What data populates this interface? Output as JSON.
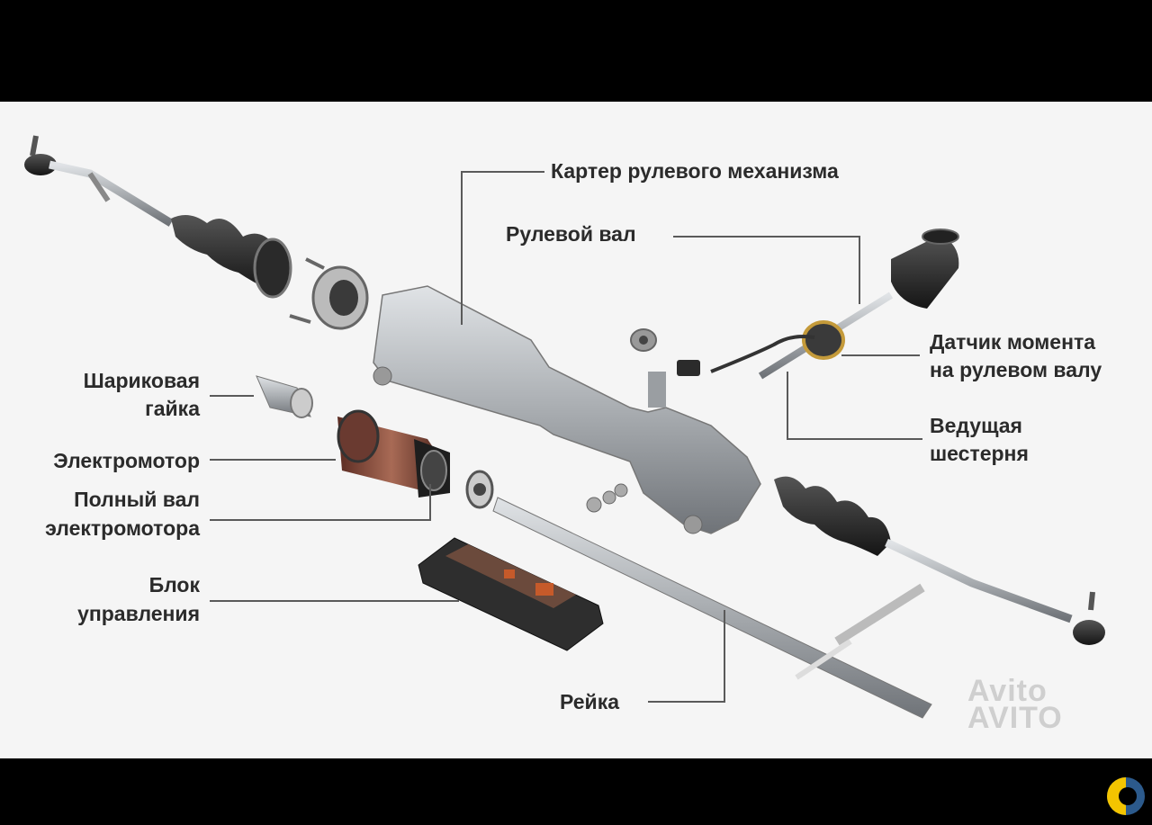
{
  "labels": {
    "housing": "Картер рулевого механизма",
    "steering_shaft": "Рулевой вал",
    "torque_sensor_1": "Датчик момента",
    "torque_sensor_2": "на рулевом валу",
    "pinion_1": "Ведущая",
    "pinion_2": "шестерня",
    "ball_nut_1": "Шариковая",
    "ball_nut_2": "гайка",
    "motor": "Электромотор",
    "hollow_shaft_1": "Полный вал",
    "hollow_shaft_2": "электромотора",
    "control_unit_1": "Блок",
    "control_unit_2": "управления",
    "rack": "Рейка"
  },
  "watermark": {
    "line1": "Avito",
    "line2": "AVITO"
  },
  "icons": {
    "corner_logo": "yellow-blue-circle-logo-icon",
    "watermark_icon": "avito-dots-icon"
  },
  "colors": {
    "background": "#000000",
    "panel": "#f5f5f5",
    "part_gray": "#a9adb1",
    "dark_part": "#2a2a2a",
    "label_text": "#2b2b2b",
    "logo_yellow": "#f3c400",
    "logo_blue": "#2c5a8c"
  }
}
